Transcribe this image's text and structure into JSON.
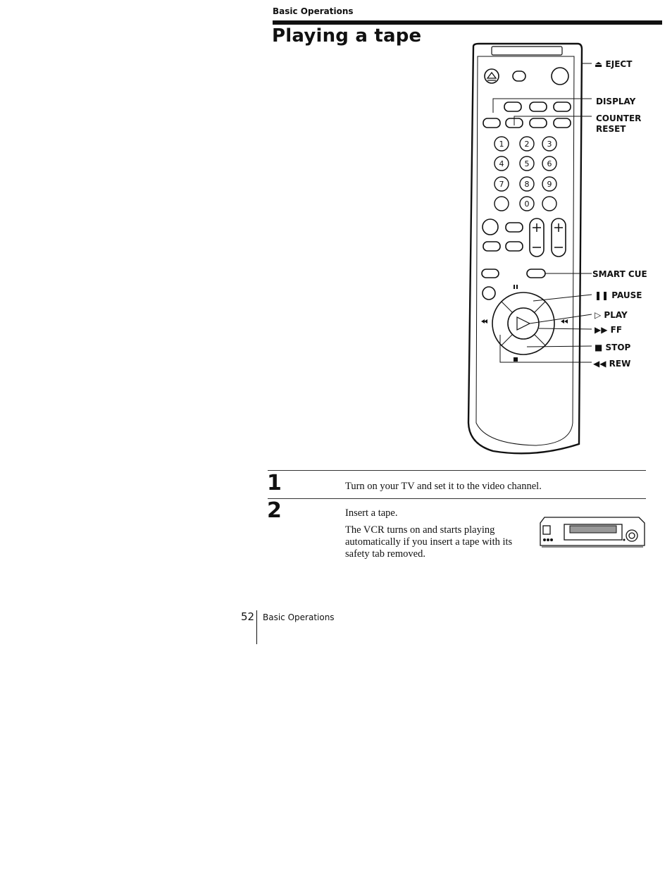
{
  "header": {
    "section": "Basic Operations",
    "title": "Playing a tape"
  },
  "remote": {
    "numbers": [
      "1",
      "2",
      "3",
      "4",
      "5",
      "6",
      "7",
      "8",
      "9",
      "0"
    ],
    "labels": {
      "eject": "EJECT",
      "display": "DISPLAY",
      "counter_reset_line1": "COUNTER",
      "counter_reset_line2": "RESET",
      "smart_cue": "SMART CUE",
      "pause": "PAUSE",
      "play": "PLAY",
      "ff": "FF",
      "stop": "STOP",
      "rew": "REW"
    }
  },
  "steps": [
    {
      "number": "1",
      "text": "Turn on your TV and set it to the video channel."
    },
    {
      "number": "2",
      "text": "Insert a tape.",
      "note": "The VCR turns on and starts playing automatically if you insert a tape with its safety tab removed."
    }
  ],
  "footer": {
    "page_number": "52",
    "section": "Basic Operations"
  }
}
